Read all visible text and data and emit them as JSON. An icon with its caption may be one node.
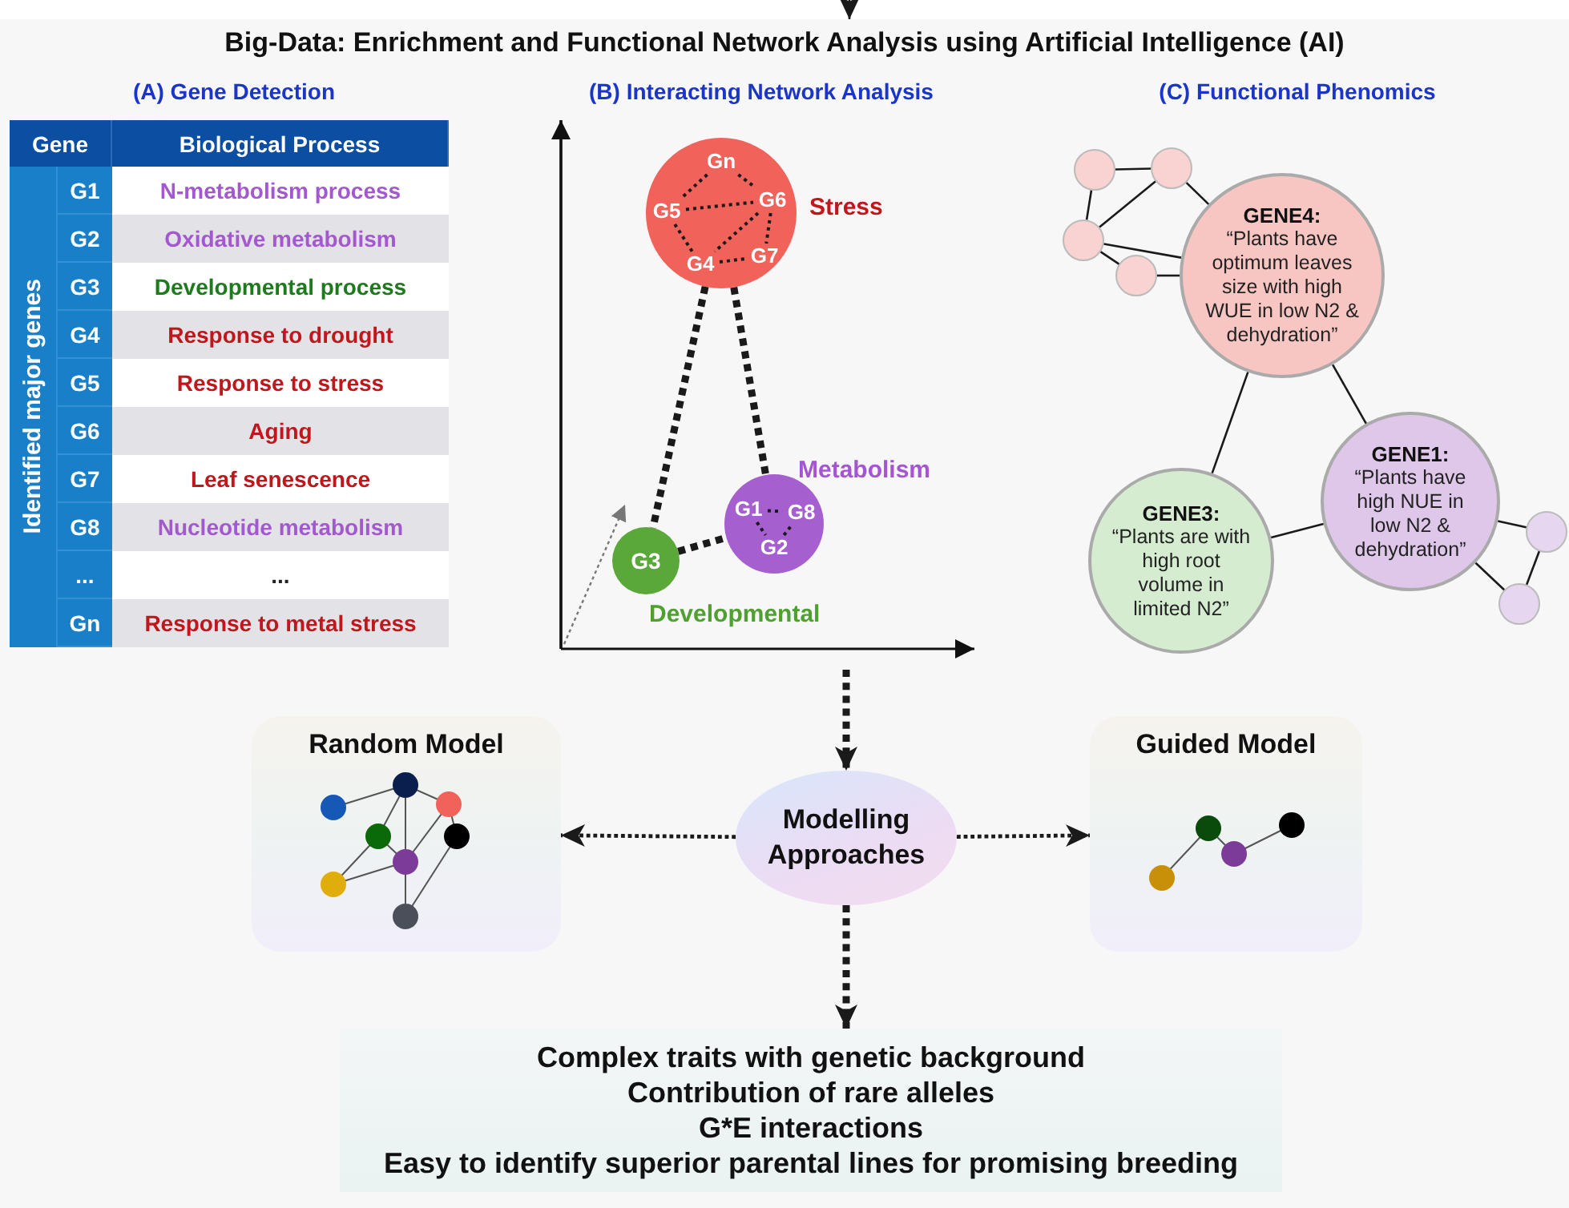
{
  "diagram": {
    "title": "Big-Data: Enrichment and Functional Network Analysis using Artificial Intelligence (AI)",
    "nodes": [
      {
        "text": [],
        "shape": "box"
      },
      {
        "text": [
          "(A) Gene Detection"
        ],
        "in": 0
      },
      {
        "text": [
          "(B) Interacting Network Analysis"
        ],
        "in": 0
      },
      {
        "text": [],
        "shape": "circle",
        "beside": [
          "Stress"
        ],
        "in": 2
      },
      {
        "text": [
          "Gn"
        ],
        "in": 3
      },
      {
        "text": [
          "G5"
        ],
        "in": 3
      },
      {
        "text": [
          "G6"
        ],
        "in": 3
      },
      {
        "text": [
          "G4"
        ],
        "in": 3
      },
      {
        "text": [
          "G7"
        ],
        "in": 3
      },
      {
        "text": [],
        "shape": "circle",
        "beside": [
          "Metabolism"
        ],
        "in": 2
      },
      {
        "text": [
          "G1"
        ],
        "in": 9
      },
      {
        "text": [
          "G8"
        ],
        "in": 9
      },
      {
        "text": [
          "G2"
        ],
        "in": 9
      },
      {
        "text": [
          "G3"
        ],
        "beside": [
          "Developmental"
        ],
        "in": 2
      },
      {
        "text": [
          "(C) Functional Phenomics"
        ],
        "in": 0
      },
      {
        "text": [],
        "shape": "circle",
        "in": 14
      },
      {
        "text": [],
        "shape": "circle",
        "in": 14
      },
      {
        "text": [],
        "shape": "circle",
        "in": 14
      },
      {
        "text": [],
        "shape": "circle",
        "in": 14
      },
      {
        "text": [
          "GENE4:",
          "“Plants have optimum leaves size with high WUE in low N2 & dehydration”"
        ],
        "in": 14
      },
      {
        "text": [
          "GENE3:",
          "“Plants are with high root volume in limited N2”"
        ],
        "in": 14
      },
      {
        "text": [
          "GENE1:",
          "“Plants have high NUE in low N2 & dehydration”"
        ],
        "in": 14
      },
      {
        "text": [],
        "shape": "circle",
        "in": 14
      },
      {
        "text": [],
        "shape": "circle",
        "in": 14
      },
      {
        "text": [
          "Random Model"
        ],
        "in": 0
      },
      {
        "text": [
          "Modelling Approaches"
        ],
        "in": 0
      },
      {
        "text": [
          "Guided Model"
        ],
        "in": 0
      },
      {
        "text": [
          "Complex traits with genetic background",
          "Contribution of rare alleles",
          "G*E interactions",
          "Easy to identify superior parental lines for promising breeding"
        ],
        "in": 0
      }
    ],
    "edges": [
      {
        "from": null,
        "to": 0,
        "arrow": "to"
      },
      {
        "from": 4,
        "to": 5,
        "arrow": "none",
        "style": "dashed"
      },
      {
        "from": 4,
        "to": 6,
        "arrow": "none",
        "style": "dashed"
      },
      {
        "from": 5,
        "to": 6,
        "arrow": "none",
        "style": "dashed"
      },
      {
        "from": 5,
        "to": 7,
        "arrow": "none",
        "style": "dashed"
      },
      {
        "from": 6,
        "to": 7,
        "arrow": "none",
        "style": "dashed"
      },
      {
        "from": 6,
        "to": 8,
        "arrow": "none",
        "style": "dashed"
      },
      {
        "from": 7,
        "to": 8,
        "arrow": "none",
        "style": "dashed"
      },
      {
        "from": 10,
        "to": 11,
        "arrow": "none",
        "style": "dashed"
      },
      {
        "from": 10,
        "to": 12,
        "arrow": "none",
        "style": "dashed"
      },
      {
        "from": 12,
        "to": 11,
        "arrow": "none",
        "style": "dashed"
      },
      {
        "from": 3,
        "to": 13,
        "arrow": "none",
        "style": "dashed"
      },
      {
        "from": 3,
        "to": 9,
        "arrow": "none",
        "style": "dashed"
      },
      {
        "from": 13,
        "to": 9,
        "arrow": "none",
        "style": "dashed"
      },
      {
        "from": 15,
        "to": 16,
        "arrow": "none"
      },
      {
        "from": 15,
        "to": 17,
        "arrow": "none"
      },
      {
        "from": 16,
        "to": 17,
        "arrow": "none"
      },
      {
        "from": 16,
        "to": 19,
        "arrow": "none"
      },
      {
        "from": 17,
        "to": 19,
        "arrow": "none"
      },
      {
        "from": 17,
        "to": 18,
        "arrow": "none"
      },
      {
        "from": 18,
        "to": 19,
        "arrow": "none"
      },
      {
        "from": 19,
        "to": 20,
        "arrow": "none"
      },
      {
        "from": 19,
        "to": 21,
        "arrow": "none"
      },
      {
        "from": 20,
        "to": 21,
        "arrow": "none"
      },
      {
        "from": 21,
        "to": 22,
        "arrow": "none"
      },
      {
        "from": 21,
        "to": 23,
        "arrow": "none"
      },
      {
        "from": 22,
        "to": 23,
        "arrow": "none"
      },
      {
        "from": 2,
        "to": 25,
        "arrow": "to",
        "style": "dashed"
      },
      {
        "from": 25,
        "to": 24,
        "arrow": "to",
        "style": "dashed"
      },
      {
        "from": 25,
        "to": 26,
        "arrow": "to",
        "style": "dashed"
      },
      {
        "from": 25,
        "to": 27,
        "arrow": "to",
        "style": "dashed"
      }
    ],
    "labels": [
      "Gene",
      "Biological Process",
      "Identified major genes",
      "G1",
      "N-metabolism process",
      "G2",
      "Oxidative metabolism",
      "G3",
      "Developmental process",
      "G4",
      "Response to drought",
      "G5",
      "Response to stress",
      "G6",
      "Aging",
      "G7",
      "Leaf senescence",
      "G8",
      "Nucleotide metabolism",
      "...",
      "...",
      "Gn",
      "Response to metal stress"
    ]
  }
}
